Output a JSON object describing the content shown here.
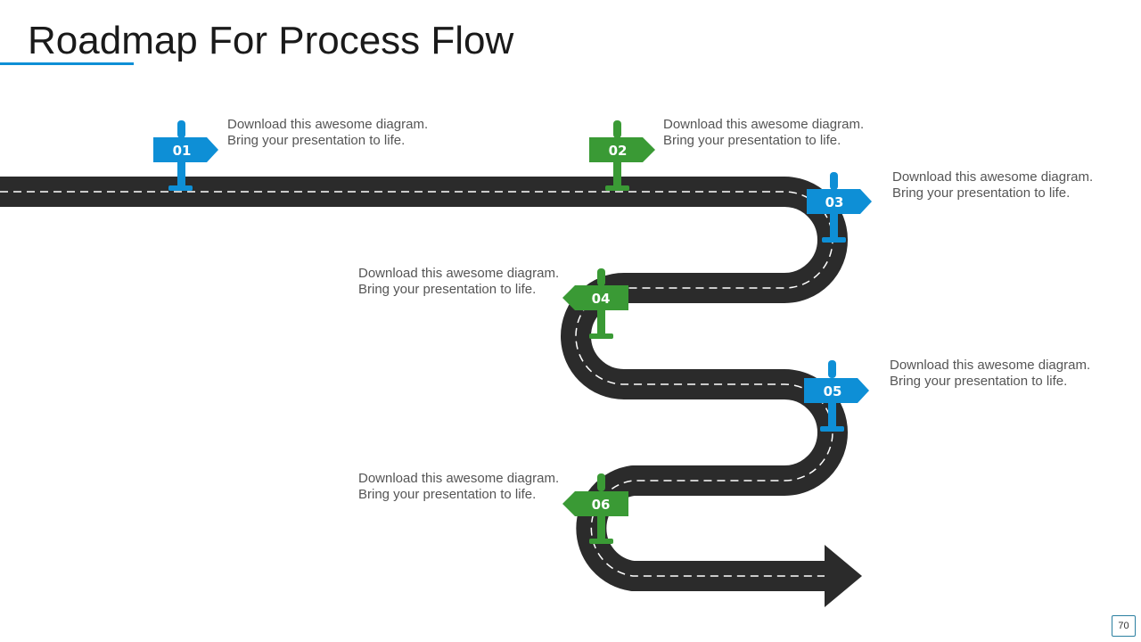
{
  "title": "Roadmap For Process Flow",
  "page_number": "70",
  "colors": {
    "road": "#2b2b2b",
    "lane": "#ffffff",
    "blue": "#0e8fd6",
    "green": "#3a9a35",
    "text": "#555555"
  },
  "steps": [
    {
      "number": "01",
      "color": "blue",
      "line1": "Download this awesome diagram.",
      "line2": "Bring your presentation to life."
    },
    {
      "number": "02",
      "color": "green",
      "line1": "Download this awesome diagram.",
      "line2": "Bring your presentation to life."
    },
    {
      "number": "03",
      "color": "blue",
      "line1": "Download this awesome diagram.",
      "line2": "Bring your presentation to life."
    },
    {
      "number": "04",
      "color": "green",
      "line1": "Download this awesome diagram.",
      "line2": "Bring your presentation to life."
    },
    {
      "number": "05",
      "color": "blue",
      "line1": "Download this awesome diagram.",
      "line2": "Bring your presentation to life."
    },
    {
      "number": "06",
      "color": "green",
      "line1": "Download this awesome diagram.",
      "line2": "Bring your presentation to life."
    }
  ]
}
